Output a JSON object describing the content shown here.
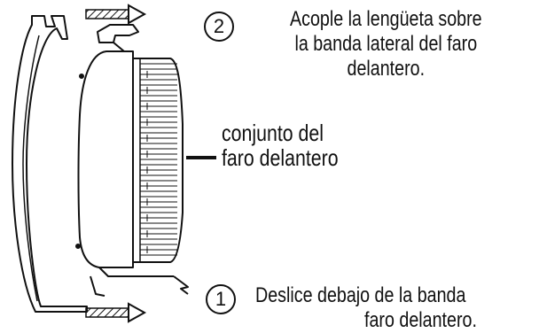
{
  "steps": [
    {
      "number": "2",
      "line1": "Acople la lengüeta sobre",
      "line2": "la banda lateral del faro",
      "line3": "delantero."
    },
    {
      "number": "1",
      "line1": "Deslice debajo de la banda",
      "line2": "faro delantero."
    }
  ],
  "assembly_label": {
    "line1": "conjunto del",
    "line2": "faro delantero"
  },
  "colors": {
    "ink": "#111111",
    "background": "#ffffff"
  },
  "icons": [
    "hatched-arrow-icon",
    "hatched-arrow-icon"
  ]
}
